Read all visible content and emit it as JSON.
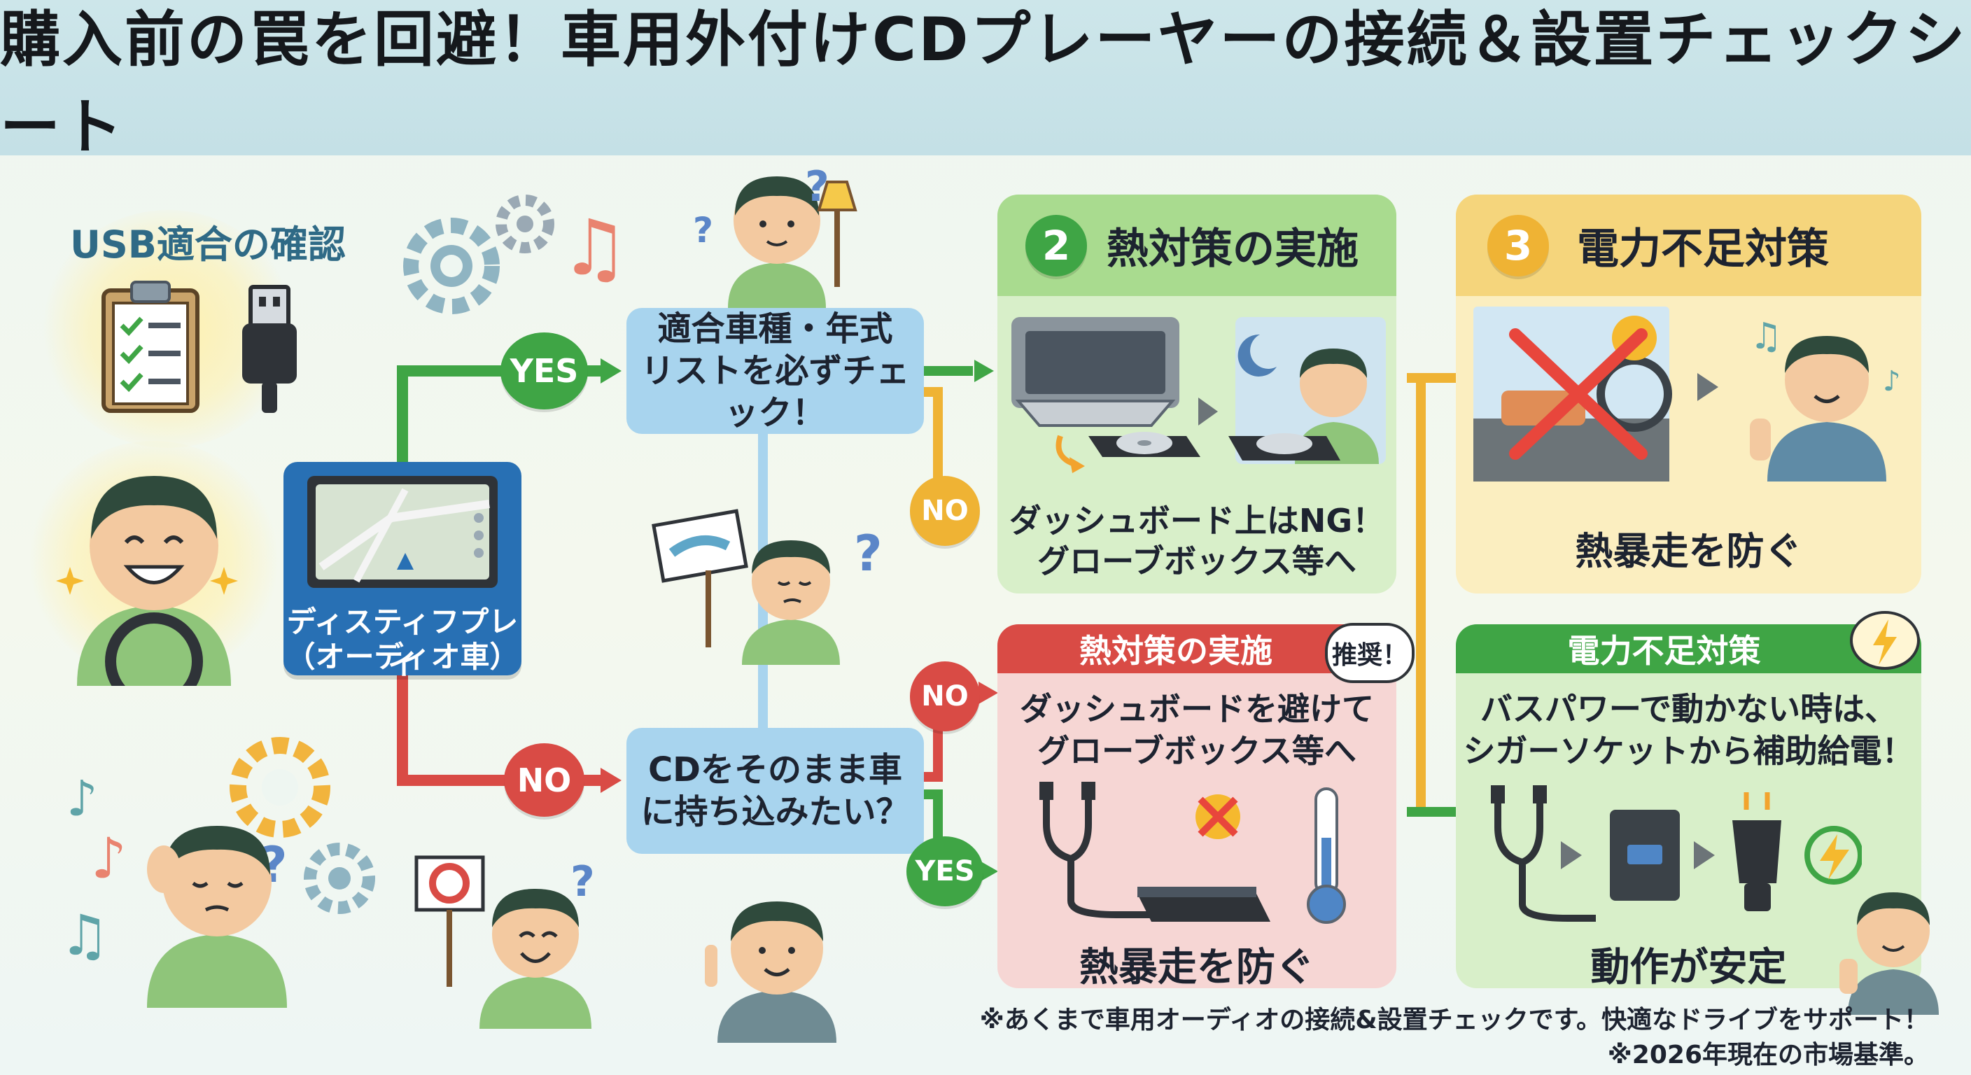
{
  "title": "購入前の罠を回避！車用外付けCDプレーヤーの接続＆設置チェックシート",
  "left": {
    "usb_title": "USB適合の確認",
    "display_label_line1": "ディスティフプレイ",
    "display_label_line2": "（オーディオ車）"
  },
  "flow": {
    "yes_label": "YES",
    "no_label": "NO",
    "q1_line1": "適合車種・年式",
    "q1_line2": "リストを必ずチェック！",
    "q2_line1": "CDをそのまま車",
    "q2_line2": "に持ち込みたい？"
  },
  "panel2": {
    "number": "2",
    "title": "熱対策の実施",
    "text_line1": "ダッシュボード上はNG！",
    "text_line2": "グローブボックス等へ"
  },
  "panel3": {
    "number": "3",
    "title": "電力不足対策",
    "text": "熱暴走を防ぐ"
  },
  "panel_heat": {
    "title": "熱対策の実施",
    "tag": "推奨！",
    "text_line1": "ダッシュボードを避けて",
    "text_line2": "グローブボックス等へ",
    "bottom": "熱暴走を防ぐ"
  },
  "panel_power": {
    "title": "電力不足対策",
    "text_line1": "バスパワーで動かない時は、",
    "text_line2": "シガーソケットから補助給電！",
    "bottom": "動作が安定"
  },
  "footnotes": {
    "line1": "※あくまで車用オーディオの接続&設置チェックです。快適なドライブをサポート！",
    "line2": "※2026年現在の市場基準。"
  },
  "colors": {
    "green": "#3fa545",
    "red": "#d94b45",
    "orange": "#efb334",
    "blue_box": "#a8d4ee",
    "panel_green": "#d8efc9",
    "panel_yellow": "#fbeec0",
    "panel_red": "#f6d6d4"
  }
}
